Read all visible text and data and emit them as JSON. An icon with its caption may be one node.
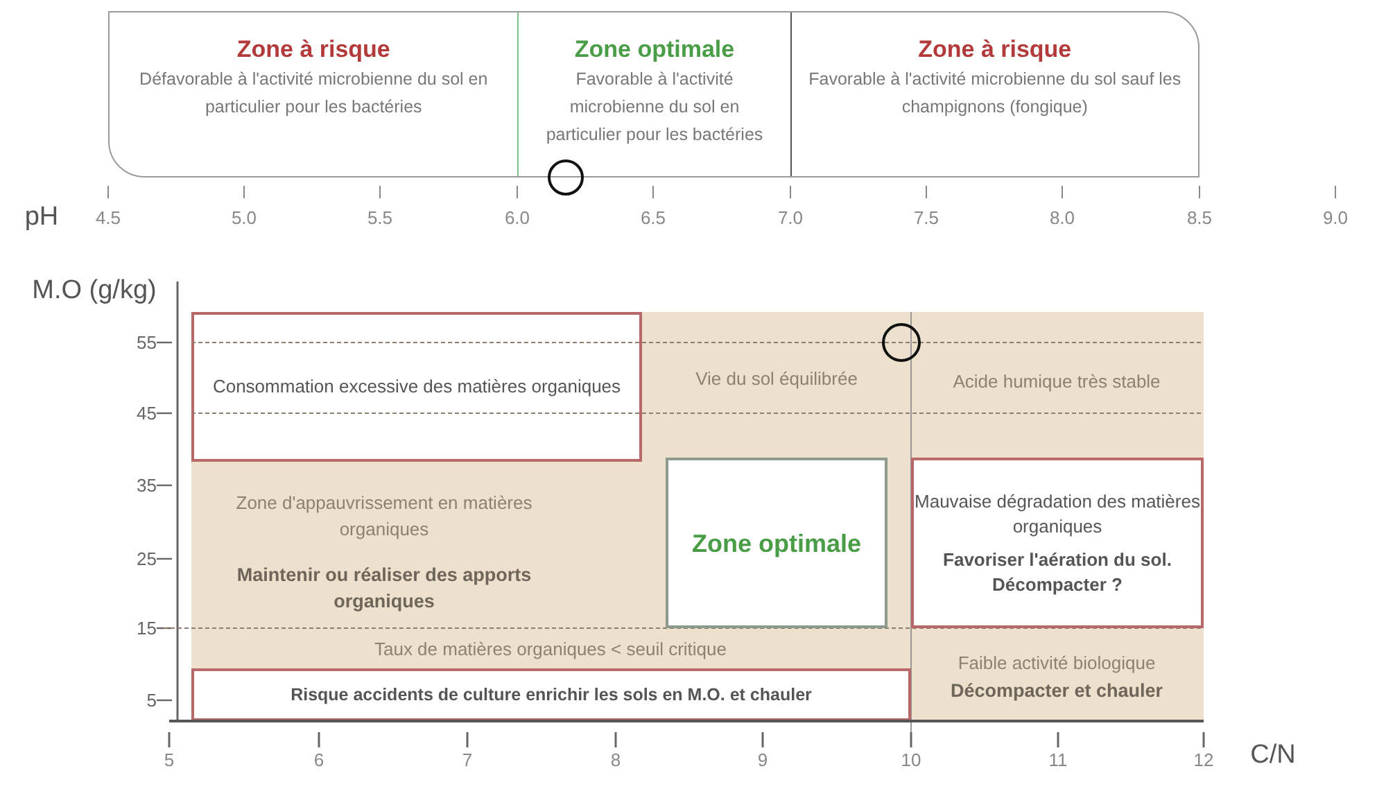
{
  "diagram": {
    "nodes": [
      {
        "text": [],
        "shape": "band"
      },
      {
        "text": [
          "Zone à risque",
          "Défavorable à l'activité microbienne du sol en particulier pour les bactéries"
        ],
        "in": 0
      },
      {
        "text": [
          "Zone optimale",
          "Favorable à l'activité microbienne du sol en particulier pour les bactéries"
        ],
        "in": 0
      },
      {
        "text": [
          "Zone à risque",
          "Favorable à l'activité microbienne du sol sauf les champignons (fongique)"
        ],
        "in": 0
      },
      {
        "text": [
          "Consommation excessive des matières organiques"
        ]
      },
      {
        "text": [
          "Zone optimale"
        ]
      },
      {
        "text": [
          "Mauvaise dégradation des matières organiques",
          "Favoriser l'aération du sol. Décompacter ?"
        ]
      },
      {
        "text": [
          "Risque accidents de culture enrichir les sols en M.O. et chauler"
        ]
      }
    ],
    "labels": [
      "pH",
      "4.5",
      "5.0",
      "5.5",
      "6.0",
      "6.5",
      "7.0",
      "7.5",
      "8.0",
      "8.5",
      "9.0",
      "M.O (g/kg)",
      "55",
      "Vie du sol équilibrée",
      "Acide humique très stable",
      "45",
      "35",
      "Zone d'appauvrissement en matières organiques",
      "25",
      "Maintenir ou réaliser des apports organiques",
      "15",
      "Taux de matières organiques < seuil critique",
      "Faible activité biologique",
      "5",
      "Décompacter et chauler",
      "5",
      "6",
      "7",
      "8",
      "9",
      "10",
      "11",
      "12",
      "C/N"
    ]
  }
}
